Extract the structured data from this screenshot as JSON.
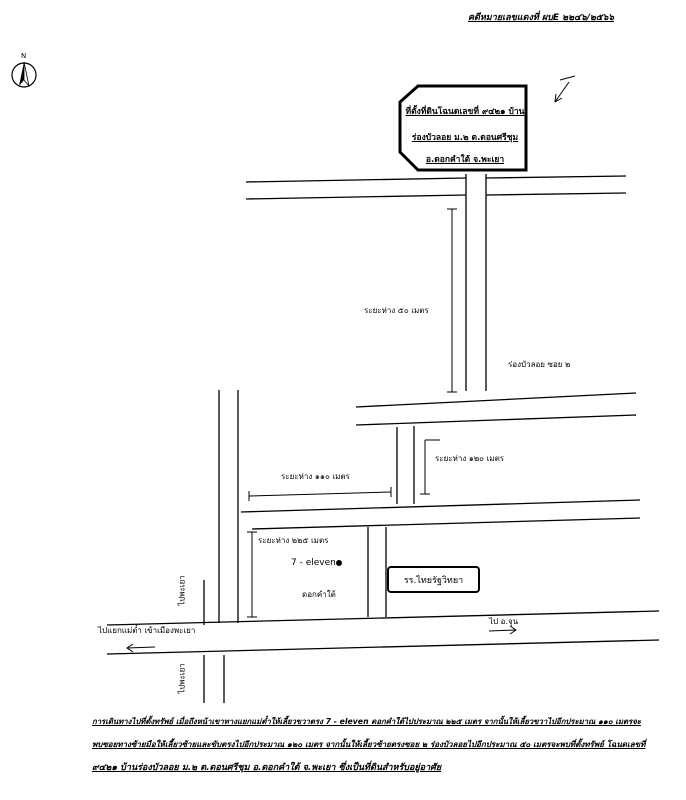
{
  "header": {
    "case_number": "คดีหมายเลขแดงที่ ผบE ๒๒๔๖/๒๕๖๖"
  },
  "icons": {
    "north_arrow": "north-arrow-icon",
    "north_label": "N"
  },
  "sign": {
    "line1": "ที่ตั้งที่ดินโฉนดเลขที่ ๙๔๒๑ บ้าน",
    "line2": "ร่องบัวลอย ม.๒ ต.ดอนศรีชุม",
    "line3": "อ.ดอกคำใต้ จ.พะเยา"
  },
  "labels": {
    "distance_50": "ระยะห่าง ๕๐ เมตร",
    "soi_2": "ร่องบัวลอย ซอย ๒",
    "distance_120": "ระยะห่าง ๑๒๐ เมตร",
    "distance_110": "ระยะห่าง ๑๑๐ เมตร",
    "distance_225": "ระยะห่าง ๒๒๕ เมตร",
    "seven_eleven": "7 - eleven",
    "dok_kham_tai": "ดอกคำใต้",
    "school": "รร.ไทยรัฐวิทยา",
    "to_chun": "ไป อ.จุน",
    "to_mae_tam": "ไปแยกแม่ต๋ำ เข้าเมืองพะเยา",
    "to_phayao_upper": "ไปพะเยา",
    "to_phayao_lower": "ไปพะเยา"
  },
  "route": {
    "heading": "การเดินทางไปที่ตั้งทรัพย์",
    "line1": "เมื่อถึงหน้าเขาทางแยกแม่ต๋ำให้เลี้ยวขวาตรง 7 - eleven ดอกคำใต้ไปประมาณ ๒๒๕ เมตร จากนั้นให้เลี้ยวขวาไปอีกประมาณ ๑๑๐ เมตรจะ",
    "line2": "พบซอยทางซ้ายมือให้เลี้ยวซ้ายและขับตรงไปอีกประมาณ ๑๒๐ เมตร จากนั้นให้เลี้ยวซ้ายตรงซอย ๒ ร่องบัวลอยไปอีกประมาณ ๕๐ เมตรจะพบที่ตั้งทรัพย์ โฉนดเลขที่",
    "line3": "๙๔๒๑ บ้านร่องบัวลอย ม.๒ ต.ดอนศรีชุม อ.ดอกคำใต้ จ.พะเยา ซึ่งเป็นที่ดินสำหรับอยู่อาศัย"
  }
}
